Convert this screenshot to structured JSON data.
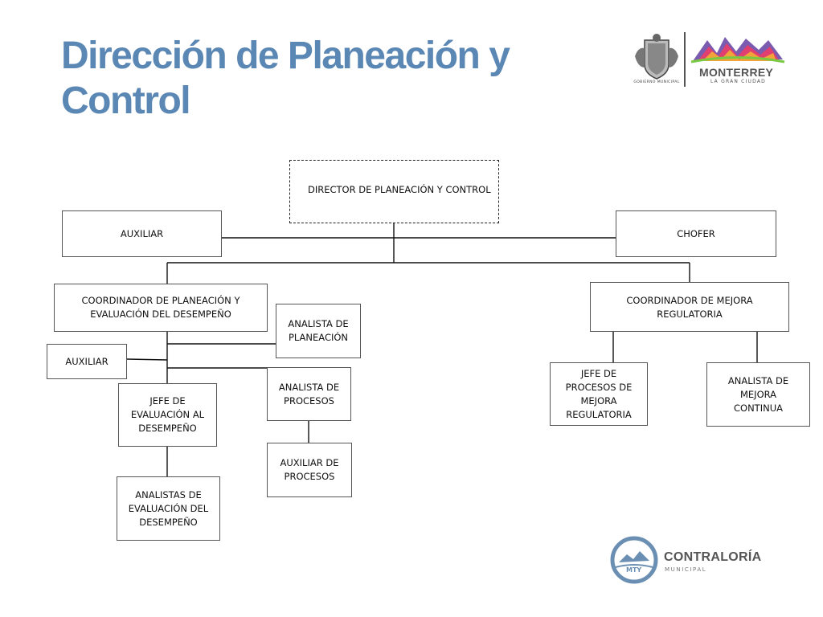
{
  "title": "Dirección de Planeación y Control",
  "colors": {
    "title": "#5b87b4",
    "contraloria": "#6b8fb2",
    "brand_dark": "#555555"
  },
  "header_logos": {
    "seal_caption": "GOBIERNO MUNICIPAL",
    "brand_name": "MONTERREY",
    "brand_tagline": "LA GRAN CIUDAD"
  },
  "footer_logo": {
    "badge_text": "MTY",
    "name": "CONTRALORÍA",
    "sub": "MUNICIPAL"
  },
  "org": {
    "director": "DIRECTOR DE PLANEACIÓN Y CONTROL",
    "auxiliar_top": "AUXILIAR",
    "chofer": "CHOFER",
    "coord_planeacion": "COORDINADOR DE PLANEACIÓN Y EVALUACIÓN DEL DESEMPEÑO",
    "analista_planeacion": "ANALISTA DE PLANEACIÓN",
    "auxiliar_left": "AUXILIAR",
    "analista_procesos": "ANALISTA DE PROCESOS",
    "jefe_evaluacion": "JEFE DE EVALUACIÓN AL DESEMPEÑO",
    "auxiliar_procesos": "AUXILIAR DE PROCESOS",
    "analistas_evaluacion": "ANALISTAS DE EVALUACIÓN DEL DESEMPEÑO",
    "coord_mejora": "COORDINADOR DE MEJORA REGULATORIA",
    "jefe_procesos_mejora": "JEFE DE PROCESOS DE MEJORA REGULATORIA",
    "analista_mejora": "ANALISTA DE MEJORA CONTINUA"
  }
}
